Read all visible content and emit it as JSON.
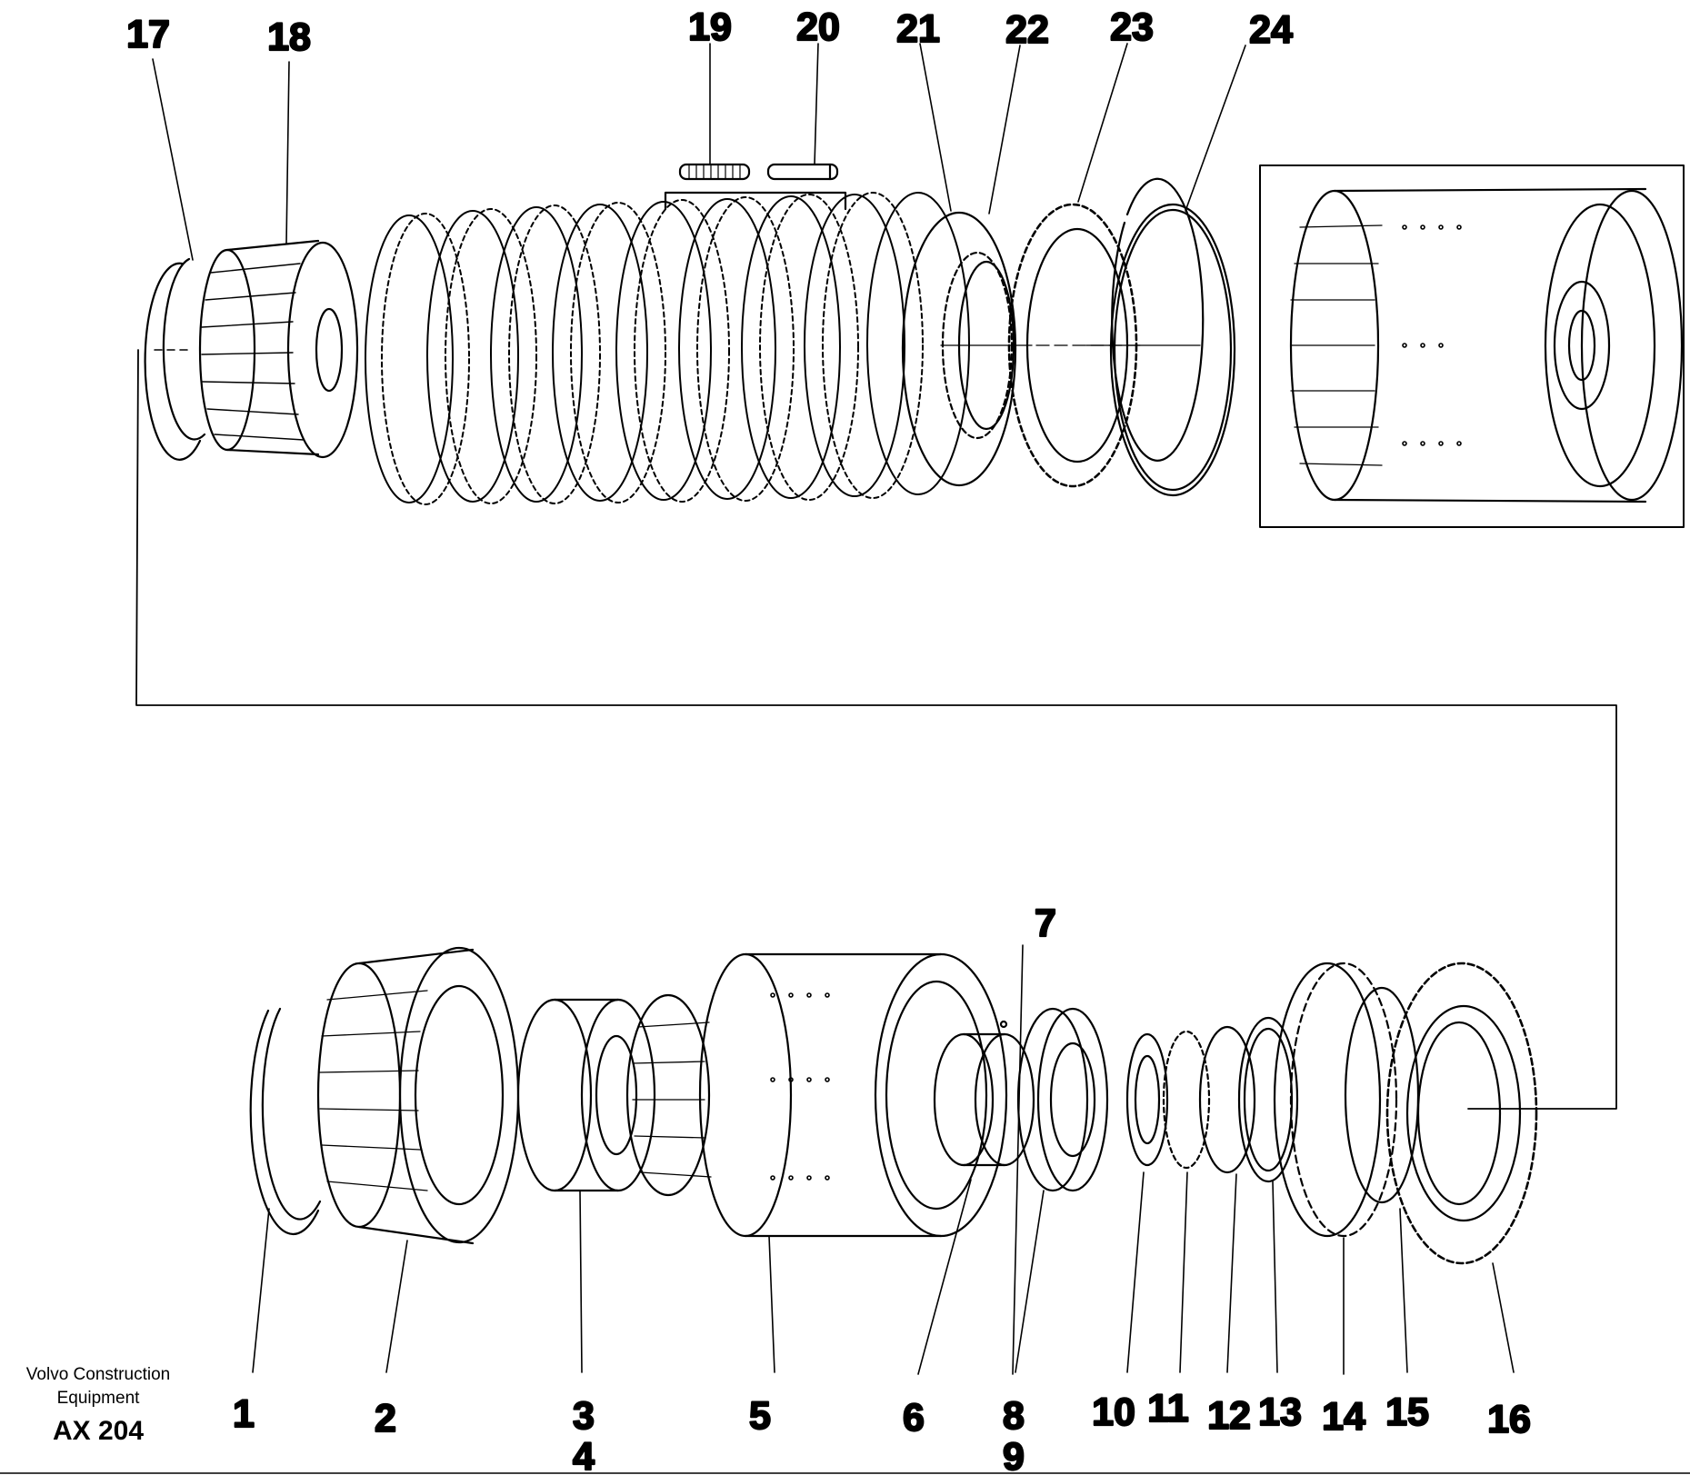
{
  "figure": {
    "callouts": {
      "c1": "1",
      "c2": "2",
      "c3": "3",
      "c4": "4",
      "c5": "5",
      "c6": "6",
      "c7": "7",
      "c8": "8",
      "c9": "9",
      "c10": "10",
      "c11": "11",
      "c12": "12",
      "c13": "13",
      "c14": "14",
      "c15": "15",
      "c16": "16",
      "c17": "17",
      "c18": "18",
      "c19": "19",
      "c20": "20",
      "c21": "21",
      "c22": "22",
      "c23": "23",
      "c24": "24"
    },
    "brand": {
      "line1": "Volvo Construction",
      "line2": "Equipment",
      "code": "AX 204"
    }
  }
}
